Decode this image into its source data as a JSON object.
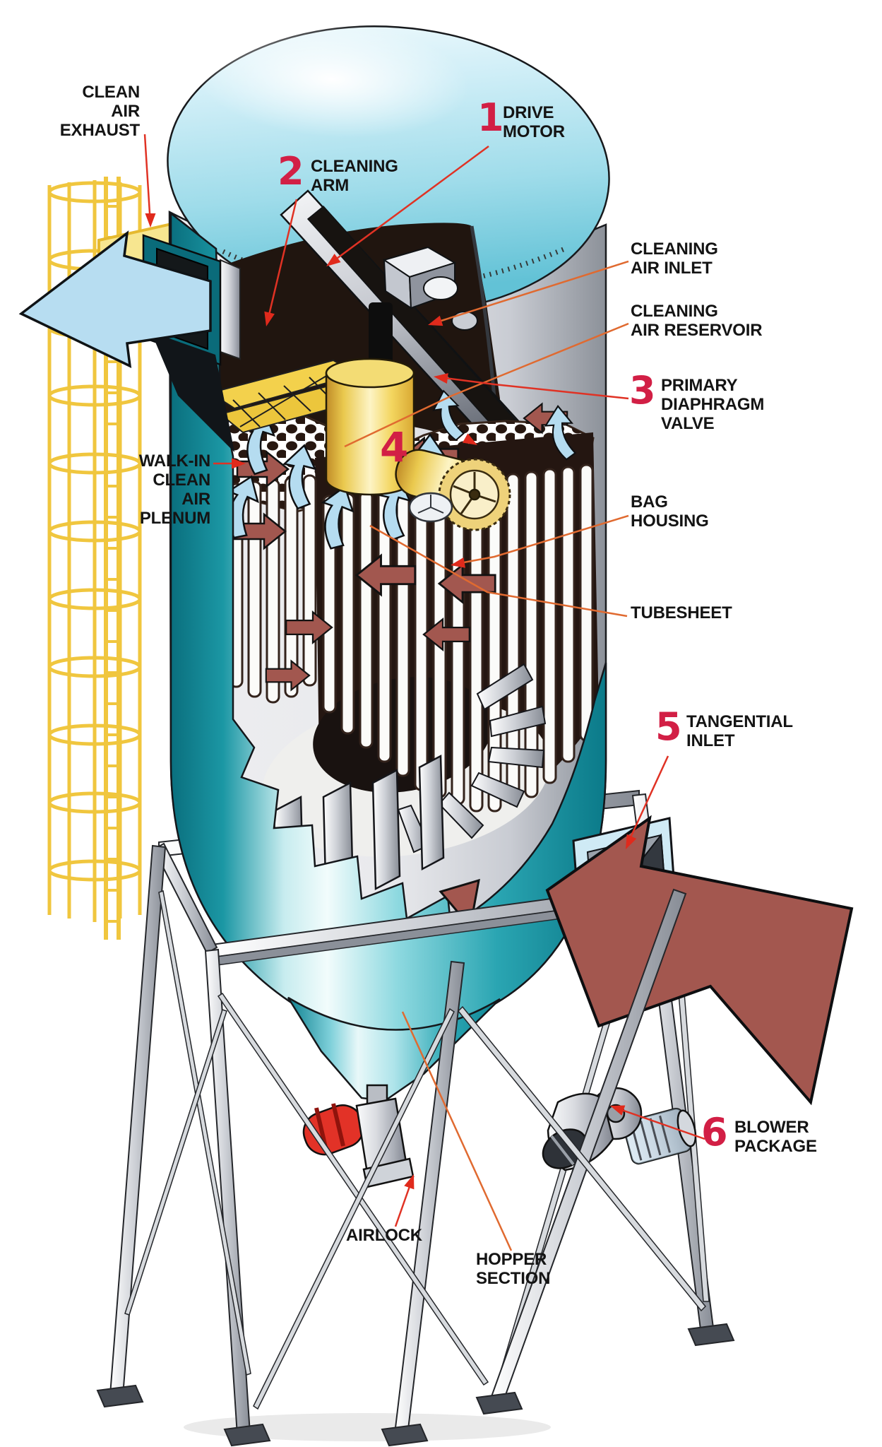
{
  "callouts": {
    "clean_air_exhaust": {
      "text": "CLEAN\nAIR\nEXHAUST"
    },
    "drive_motor": {
      "num": "1",
      "text": "DRIVE\nMOTOR"
    },
    "cleaning_arm": {
      "num": "2",
      "text": "CLEANING\nARM"
    },
    "cleaning_air_inlet": {
      "text": "CLEANING\nAIR INLET"
    },
    "cleaning_air_reservoir": {
      "text": "CLEANING\nAIR RESERVOIR"
    },
    "primary_diaphragm_valve": {
      "num": "3",
      "text": "PRIMARY\nDIAPHRAGM\nVALVE"
    },
    "rotary_manifold": {
      "num": "4"
    },
    "walk_in_clean_air_plenum": {
      "text": "WALK-IN\nCLEAN\nAIR\nPLENUM"
    },
    "bag_housing": {
      "text": "BAG\nHOUSING"
    },
    "tubesheet": {
      "text": "TUBESHEET"
    },
    "tangential_inlet": {
      "num": "5",
      "text": "TANGENTIAL\nINLET"
    },
    "blower_package": {
      "num": "6",
      "text": "BLOWER\nPACKAGE"
    },
    "airlock": {
      "text": "AIRLOCK"
    },
    "hopper_section": {
      "text": "HOPPER\nSECTION"
    }
  },
  "colors": {
    "number_accent": "#d21f45",
    "pointer_red": "#e03224",
    "pointer_orange": "#e06a30",
    "tank_teal": "#0c7f8e",
    "top_disc_blue": "#9fdcea",
    "dirty_air_maroon": "#a3574f",
    "clean_air_blue": "#b7ddf1",
    "ladder_yellow": "#f0c63e",
    "reservoir_yellow": "#eac94e"
  }
}
